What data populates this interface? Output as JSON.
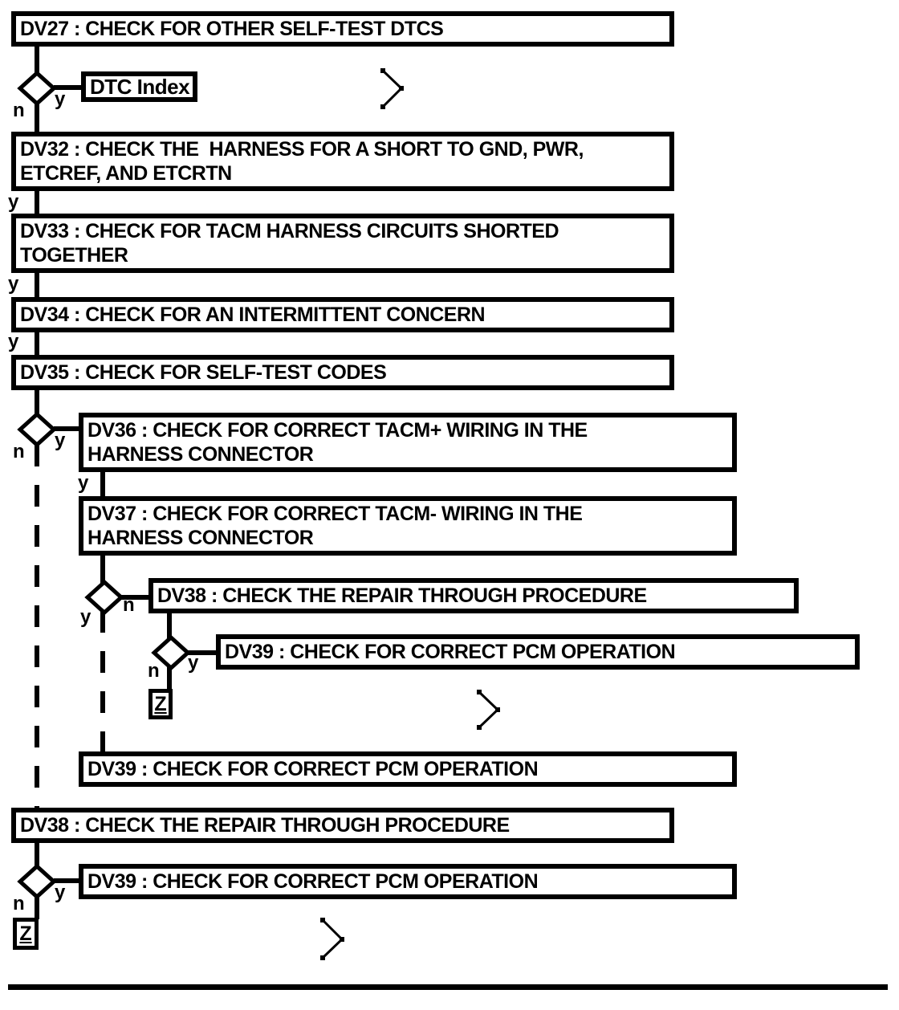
{
  "flowchart": {
    "nodes": {
      "dv27": "DV27 : CHECK FOR OTHER SELF-TEST DTCS",
      "dtc_index": "DTC Index",
      "dv32": "DV32 : CHECK THE  HARNESS FOR A SHORT TO GND, PWR,\nETCREF, AND ETCRTN",
      "dv33": "DV33 : CHECK FOR TACM HARNESS CIRCUITS SHORTED\nTOGETHER",
      "dv34": "DV34 : CHECK FOR AN INTERMITTENT CONCERN",
      "dv35": "DV35 : CHECK FOR SELF-TEST CODES",
      "dv36": "DV36 : CHECK FOR CORRECT TACM+ WIRING IN THE\nHARNESS CONNECTOR",
      "dv37": "DV37 : CHECK FOR CORRECT TACM- WIRING IN THE\nHARNESS CONNECTOR",
      "dv38_mid": "DV38 : CHECK THE REPAIR THROUGH PROCEDURE",
      "dv39_mid": "DV39 : CHECK FOR CORRECT PCM OPERATION",
      "z_mid": "Z",
      "dv39_repeat": "DV39 : CHECK FOR CORRECT PCM OPERATION",
      "dv38_bottom": "DV38 : CHECK THE REPAIR THROUGH PROCEDURE",
      "dv39_bottom": "DV39 : CHECK FOR CORRECT PCM OPERATION",
      "z_bottom": "Z"
    },
    "branch_labels": {
      "yes": "y",
      "no": "n"
    },
    "icons": {
      "next_page_chevron": "chevron-right"
    },
    "colors": {
      "line": "#000000",
      "box_fill": "#ffffff",
      "text": "#000000"
    }
  }
}
